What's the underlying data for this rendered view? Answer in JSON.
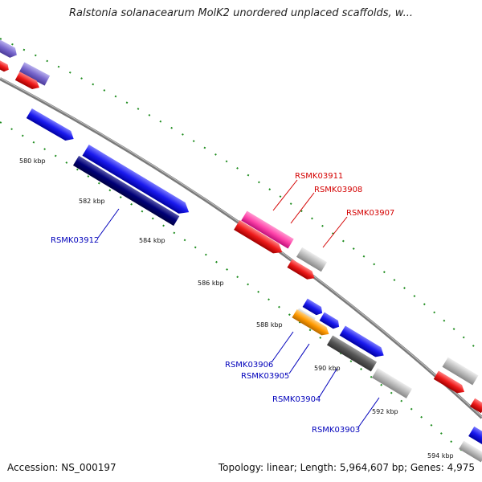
{
  "title": "Ralstonia solanacearum MolK2 unordered unplaced scaffolds, w...",
  "footer": {
    "accession": "Accession: NS_000197",
    "summary": "Topology: linear; Length: 5,964,607 bp; Genes: 4,975"
  },
  "ticks": [
    "580 kbp",
    "582 kbp",
    "584 kbp",
    "586 kbp",
    "588 kbp",
    "590 kbp",
    "592 kbp",
    "594 kbp"
  ],
  "labels": [
    {
      "id": "RSMK03911",
      "text": "RSMK03911",
      "color": "#d40000"
    },
    {
      "id": "RSMK03908",
      "text": "RSMK03908",
      "color": "#d40000"
    },
    {
      "id": "RSMK03907",
      "text": "RSMK03907",
      "color": "#d40000"
    },
    {
      "id": "RSMK03912",
      "text": "RSMK03912",
      "color": "#0000bb"
    },
    {
      "id": "RSMK03906",
      "text": "RSMK03906",
      "color": "#0000bb"
    },
    {
      "id": "RSMK03905",
      "text": "RSMK03905",
      "color": "#0000bb"
    },
    {
      "id": "RSMK03904",
      "text": "RSMK03904",
      "color": "#0000bb"
    },
    {
      "id": "RSMK03903",
      "text": "RSMK03903",
      "color": "#0000bb"
    }
  ],
  "colors": {
    "backbone": "#888888",
    "tick_dash": "#1e8c1e",
    "forward_gene": "#1a1aee",
    "reverse_gene": "#ee1a1a",
    "rna_gene": "#ff44aa",
    "pseudo_gene": "#bbbbbb",
    "highlight_gene": "#ff9900",
    "dark_gene": "#000077",
    "gray_gene": "#555555",
    "faded_gene": "#7766cc"
  },
  "icons": [
    "gene-arrow",
    "tick-dash"
  ]
}
